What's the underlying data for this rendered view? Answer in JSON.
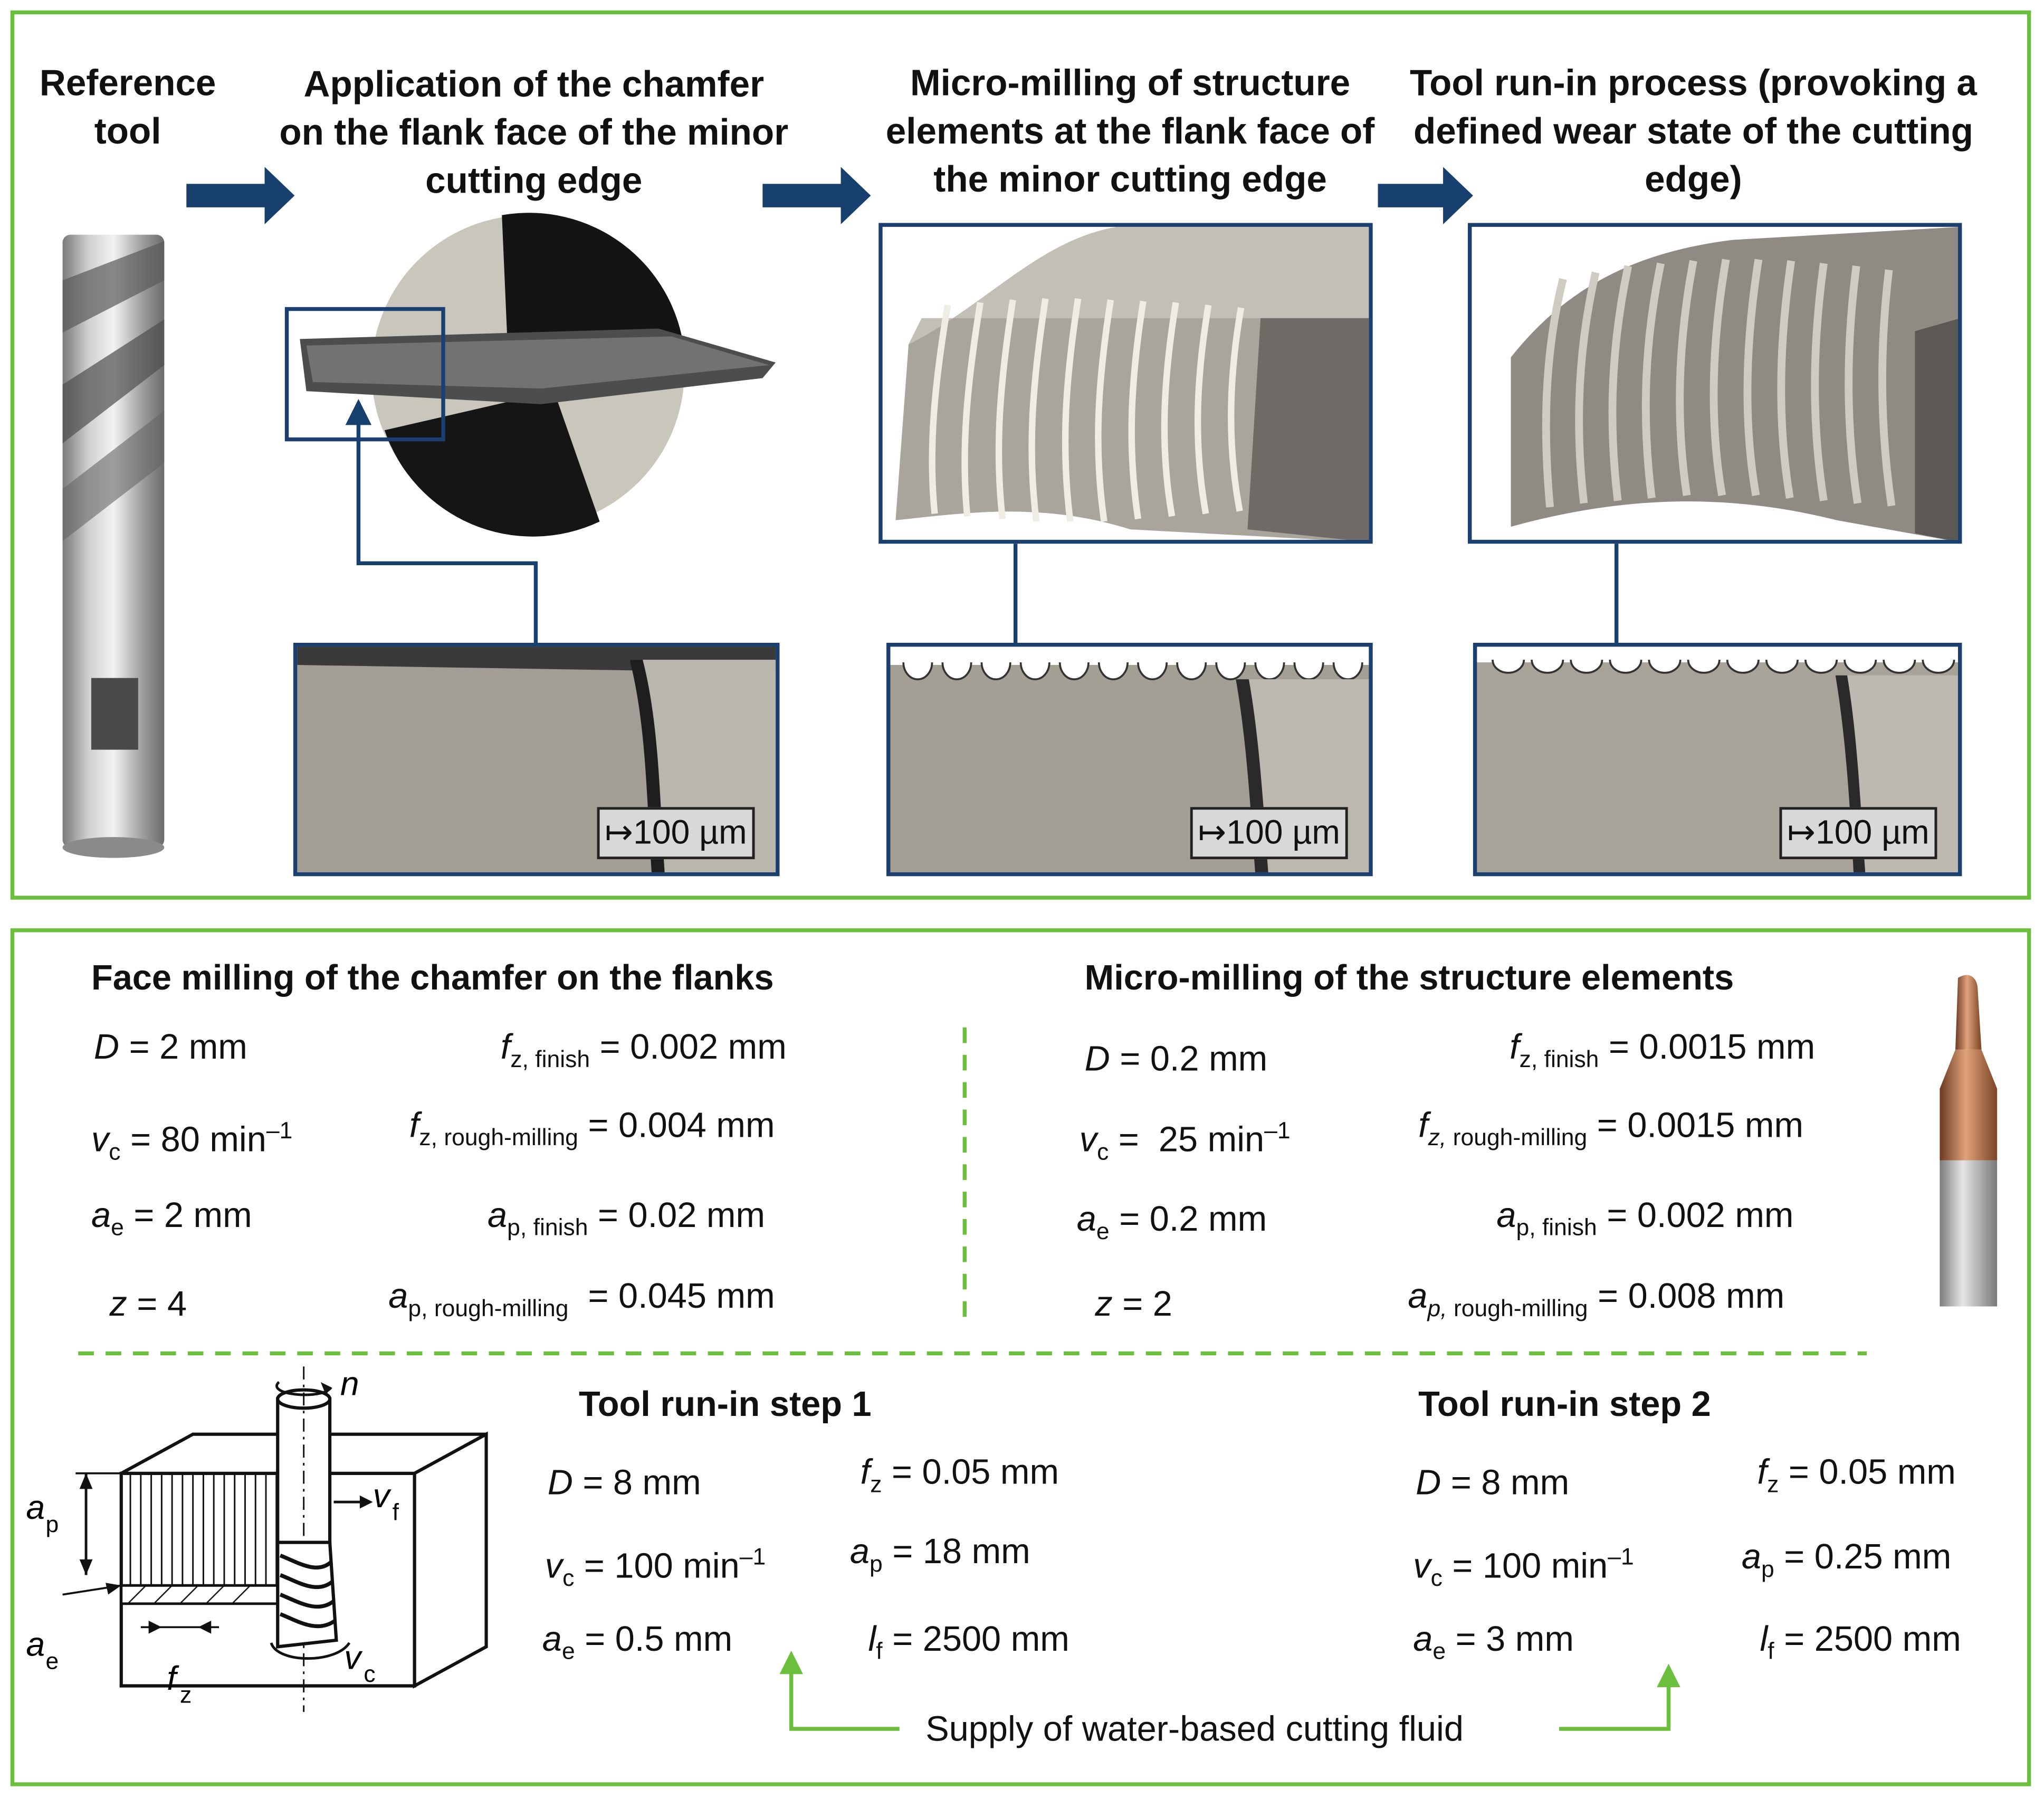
{
  "top": {
    "titles": {
      "reference": "Reference tool",
      "chamfer": "Application of the chamfer on the flank face of the minor cutting edge",
      "micro": "Micro-milling of structure elements at the flank face of the minor cutting edge",
      "runin": "Tool run-in process (provoking a defined wear state of the cutting edge)"
    },
    "scalebar": "100 µm"
  },
  "bottom": {
    "face": {
      "title": "Face milling of the chamfer on the flanks",
      "D": "D = 2 mm",
      "vc": "80 min",
      "ae": "2 mm",
      "z": "4",
      "fz_finish": "0.002 mm",
      "fz_rough": "0.004 mm",
      "ap_finish": "0.02 mm",
      "ap_rough": "0.045 mm"
    },
    "micro": {
      "title": "Micro-milling of the structure elements",
      "D": "D = 0.2 mm",
      "vc": "25 min",
      "ae": "0.2 mm",
      "z": "2",
      "fz_finish": "0.0015 mm",
      "fz_rough": "0.0015 mm",
      "ap_finish": "0.002 mm",
      "ap_rough": "0.008 mm"
    },
    "step1": {
      "title": "Tool run-in step 1",
      "D": "D = 8 mm",
      "vc": "100 min",
      "ae": "0.5 mm",
      "fz": "0.05 mm",
      "ap": "18 mm",
      "lf": "2500 mm"
    },
    "step2": {
      "title": "Tool run-in step 2",
      "D": "D = 8 mm",
      "vc": "100 min",
      "ae": "3 mm",
      "fz": "0.05 mm",
      "ap": "0.25 mm",
      "lf": "2500 mm"
    },
    "fluid": "Supply of water-based cutting fluid",
    "sketch_labels": {
      "n": "n",
      "vf": "v",
      "vf_sub": "f",
      "vc": "v",
      "vc_sub": "c",
      "ap": "a",
      "ap_sub": "p",
      "ae": "a",
      "ae_sub": "e",
      "fz": "f",
      "fz_sub": "z"
    }
  },
  "colors": {
    "frame_green": "#6cbf3c",
    "navy": "#1b3f6e",
    "arrow": "#17406f"
  }
}
